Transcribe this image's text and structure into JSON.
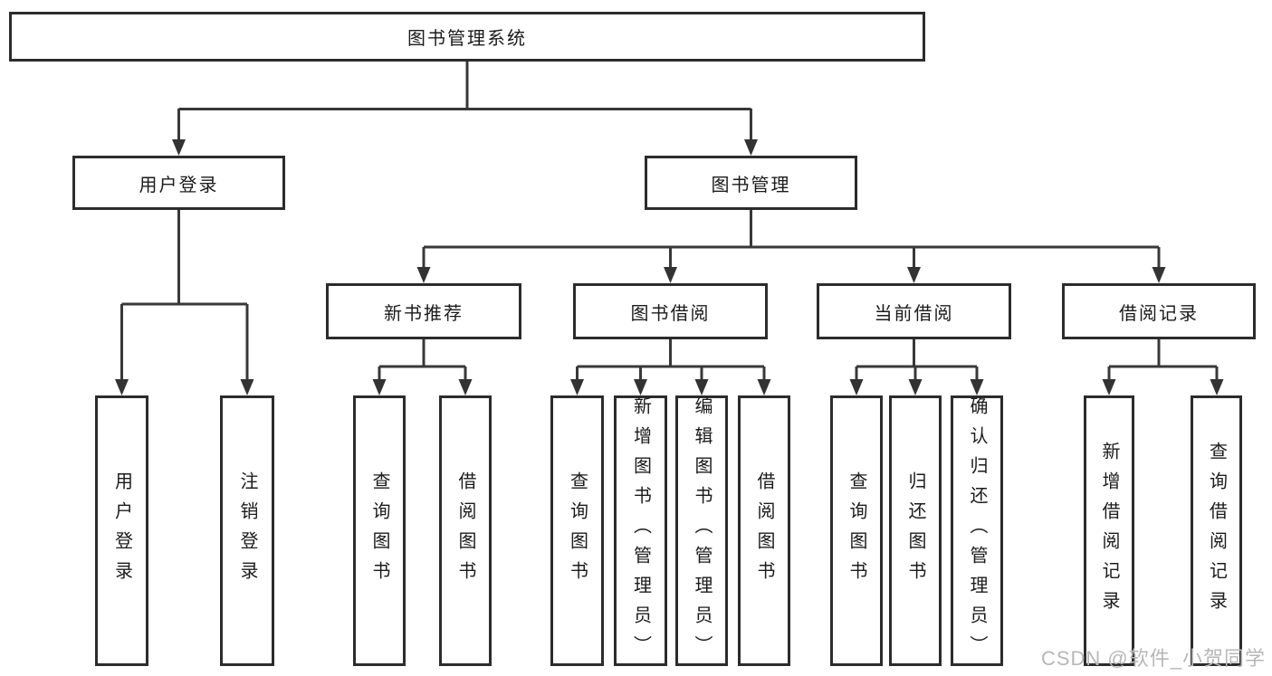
{
  "diagram": {
    "root": {
      "label": "图书管理系统"
    },
    "branches": [
      {
        "label": "用户登录",
        "leaves": [
          "用户登录",
          "注销登录"
        ]
      },
      {
        "label": "图书管理",
        "groups": [
          {
            "label": "新书推荐",
            "leaves": [
              "查询图书",
              "借阅图书"
            ]
          },
          {
            "label": "图书借阅",
            "leaves": [
              "查询图书",
              "新增图书（管理员）",
              "编辑图书（管理员）",
              "借阅图书"
            ]
          },
          {
            "label": "当前借阅",
            "leaves": [
              "查询图书",
              "归还图书",
              "确认归还（管理员）"
            ]
          },
          {
            "label": "借阅记录",
            "leaves": [
              "新增借阅记录",
              "查询借阅记录"
            ]
          }
        ]
      }
    ]
  },
  "watermark": {
    "text": "CSDN @软件_小贺同学",
    "color": "#b7b7b7"
  },
  "colors": {
    "line": "#383838",
    "box_border": "#2c2c2c",
    "text": "#1b1b1b",
    "background": "#ffffff"
  }
}
